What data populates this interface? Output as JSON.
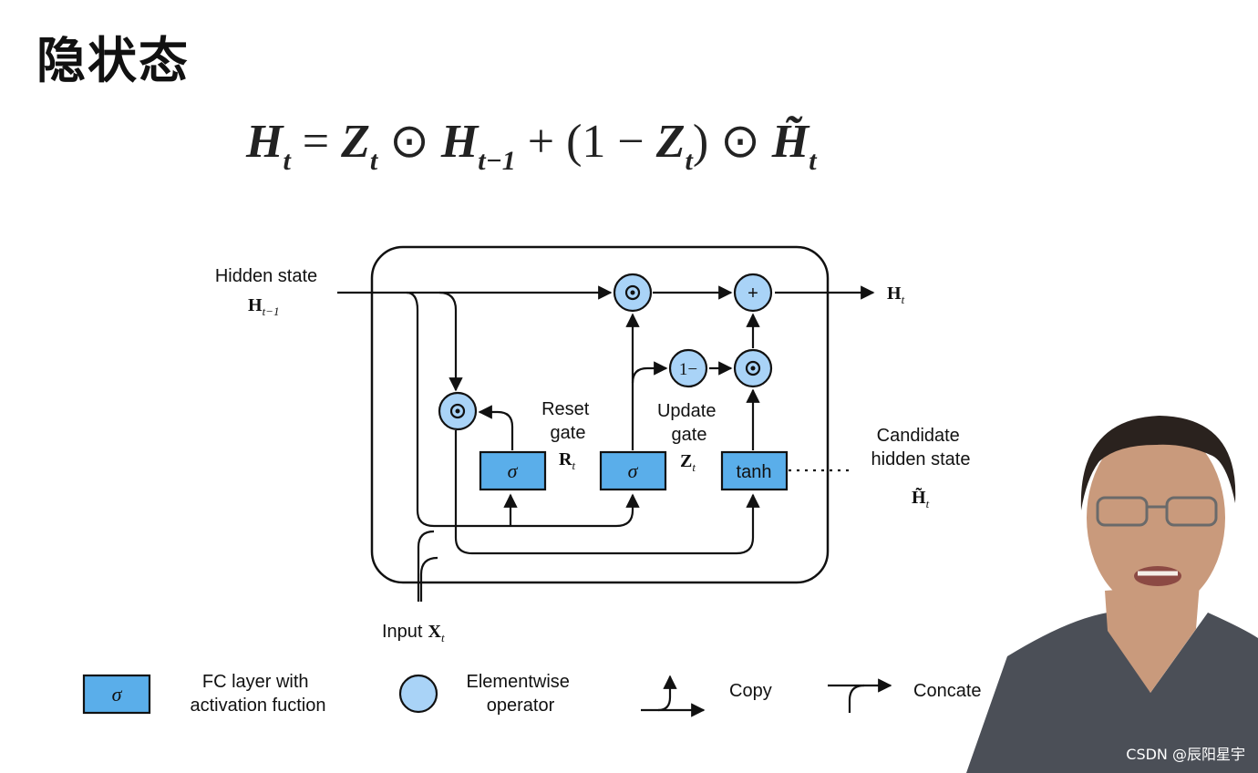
{
  "title": "隐状态",
  "equation": {
    "H": "H",
    "t": "t",
    "eq": "=",
    "Z": "Z",
    "odot": "⊙",
    "tminus1": "t−1",
    "plus": "+",
    "lparen": "(1 −",
    "rparen": ")",
    "Htilde": "H̃"
  },
  "diagram": {
    "hidden_state_label": "Hidden state",
    "hidden_prev_symbol": "H",
    "hidden_prev_sub": "t−1",
    "output_symbol": "H",
    "output_sub": "t",
    "reset_gate_label": [
      "Reset",
      "gate"
    ],
    "reset_symbol": "R",
    "update_gate_label": [
      "Update",
      "gate"
    ],
    "update_symbol": "Z",
    "candidate_label": [
      "Candidate",
      "hidden state"
    ],
    "candidate_symbol": "H̃",
    "sub_t": "t",
    "input_label": "Input",
    "input_symbol": "X",
    "sigma": "σ",
    "tanh": "tanh",
    "one_minus": "1−",
    "odot": "⊙",
    "plus": "+"
  },
  "legend": {
    "fc_symbol": "σ",
    "fc_label": [
      "FC layer with",
      "activation fuction"
    ],
    "elementwise_label": [
      "Elementwise",
      "operator"
    ],
    "copy_label": "Copy",
    "concat_label": "Concate"
  },
  "watermark": "CSDN @辰阳星宇",
  "colors": {
    "box_fill": "#5aaeea",
    "circle_fill": "#a9d3f7",
    "stroke": "#111111",
    "skin": "#c99a7c",
    "shirt": "#4b4f57"
  }
}
